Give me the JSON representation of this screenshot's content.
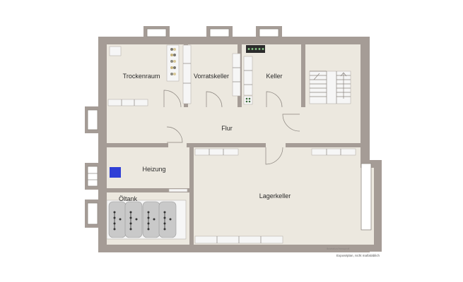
{
  "rooms": {
    "trockenraum": "Trockenraum",
    "vorratskeller": "Vorratskeller",
    "keller": "Keller",
    "flur": "Flur",
    "heizung": "Heizung",
    "oeltank": "Öltank",
    "lagerkeller": "Lagerkeller"
  },
  "caption": "Exposéplan, nicht maßstäblich",
  "watermark": "illustration/Immoprofi",
  "colors": {
    "wall": "#a59c96",
    "floor": "#ece8df",
    "fixture": "#f6f6f6",
    "tank": "#c9c9c9",
    "heater": "#2f3fd6"
  }
}
